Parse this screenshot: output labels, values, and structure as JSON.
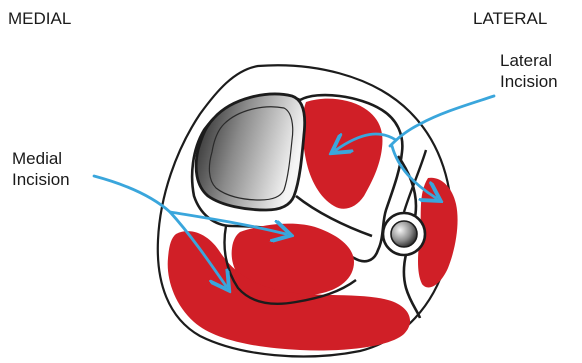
{
  "labels": {
    "medial_side": "MEDIAL",
    "lateral_side": "LATERAL",
    "lateral_incision": [
      "Lateral",
      "Incision"
    ],
    "medial_incision": [
      "Medial",
      "Incision"
    ]
  },
  "colors": {
    "muscle": "#d01f27",
    "outline": "#1c1c1c",
    "arrow": "#3aa6dc",
    "bone_dark": "#2b2b2b",
    "bone_light": "#f2f2f2",
    "skin_fill": "#ffffff"
  }
}
